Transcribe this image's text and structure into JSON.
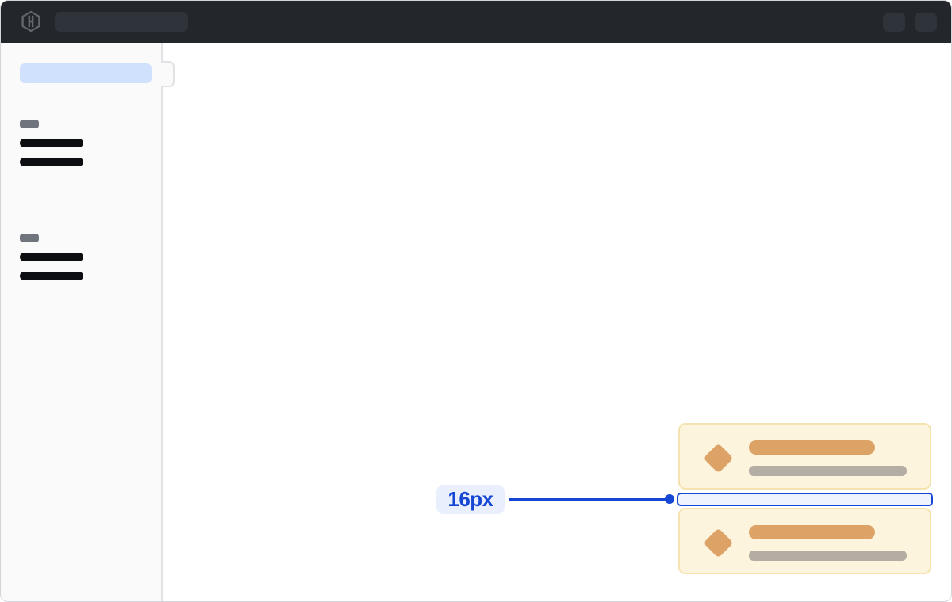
{
  "annotation": {
    "label": "16px"
  },
  "header": {
    "logo_icon": "hashicorp-logo",
    "placeholders": {
      "search_bar": "skeleton",
      "action_buttons": 2
    }
  },
  "sidebar": {
    "active_item": "skeleton-highlighted",
    "groups": [
      {
        "section_label": "skeleton",
        "items": 2
      },
      {
        "section_label": "skeleton",
        "items": 2
      }
    ]
  },
  "main": {
    "cards": [
      {
        "icon": "diamond-icon",
        "title": "skeleton",
        "subtitle": "skeleton"
      },
      {
        "icon": "diamond-icon",
        "title": "skeleton",
        "subtitle": "skeleton"
      }
    ],
    "spacing_highlight": "gap between cards"
  },
  "colors": {
    "window_border": "#d3d5d9",
    "header_bg": "#23262b",
    "header_placeholder": "#2f333a",
    "logo": "#63676e",
    "sidebar_bg": "#fafafa",
    "sidebar_border": "#e1e2e5",
    "nav_active_bg": "#cfe1fc",
    "nav_section_label": "#70747d",
    "nav_item_bar": "#0c0e12",
    "main_bg": "#ffffff",
    "card_bg": "#fdf4dd",
    "card_border": "#f4e3ae",
    "card_accent": "#dda266",
    "card_muted": "#b3ada3",
    "spec_blue": "#1546d4",
    "spec_label_bg": "#e9effd",
    "spec_gap_fill": "#eef3fd"
  }
}
